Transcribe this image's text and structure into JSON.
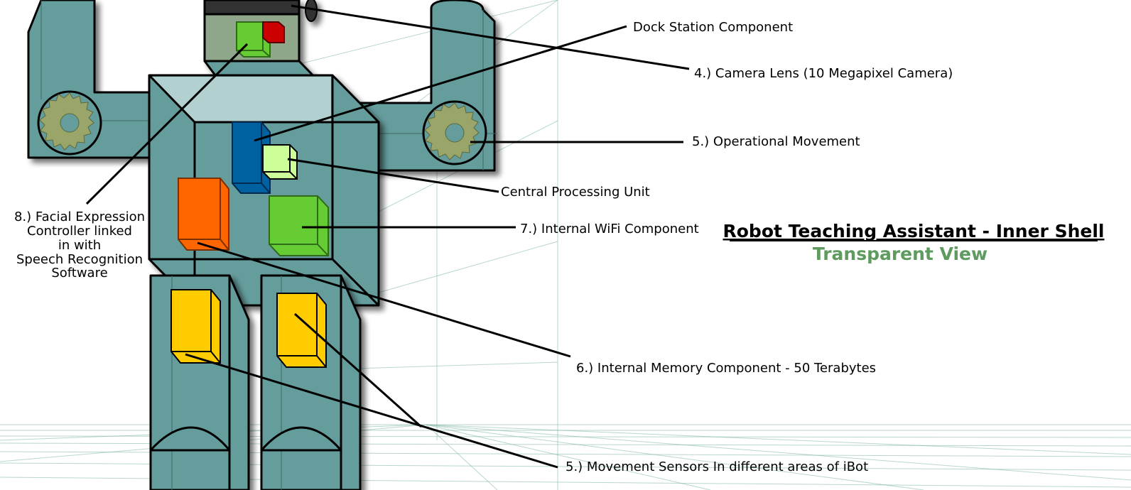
{
  "title": "Robot Teaching Assistant - Inner Shell",
  "subtitle": "Transparent View",
  "colors": {
    "body": "#659c9c",
    "body_light": "#b3d0d0",
    "gear": "#9aa56a",
    "camera_cpu": "#0061a0",
    "cpu_chip": "#ccff99",
    "wifi": "#66cc33",
    "memory": "#ff6600",
    "sensor": "#ffcc00",
    "dock_red": "#cc0000",
    "subtitle": "#5f9a5f"
  },
  "labels": {
    "dock_station": "Dock Station Component",
    "camera_lens": "4.) Camera Lens (10 Megapixel Camera)",
    "operational_movement": "5.) Operational Movement",
    "cpu": "Central Processing Unit",
    "wifi": "7.) Internal WiFi Component",
    "memory": "6.) Internal Memory Component - 50 Terabytes",
    "movement_sensors": "5.) Movement Sensors In different areas of iBot",
    "facial_expression": {
      "line1": "8.) Facial Expression",
      "line2": "Controller linked",
      "line3": "in with",
      "line4": "Speech Recognition",
      "line5": "Software"
    }
  }
}
